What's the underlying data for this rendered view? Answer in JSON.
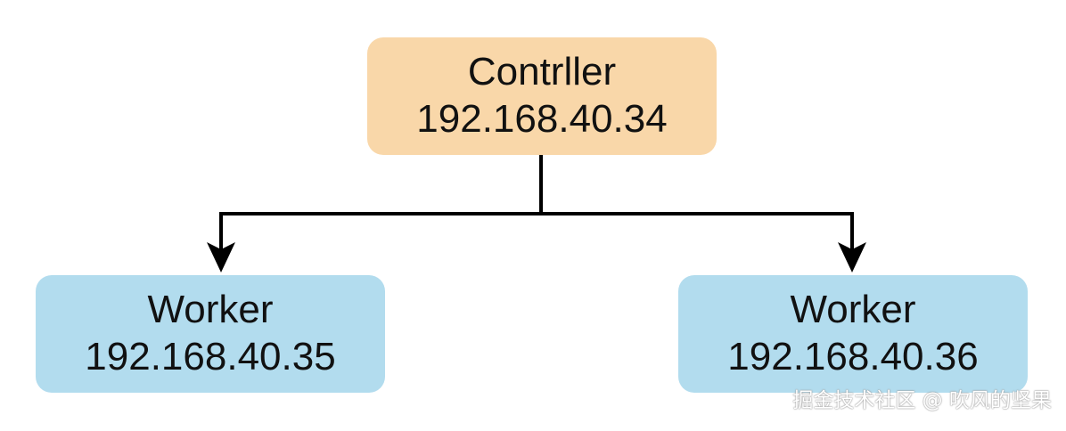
{
  "colors": {
    "controller_fill": "#f9d7a9",
    "worker_fill": "#b2dcee",
    "connector": "#000000",
    "text": "#111111"
  },
  "diagram": {
    "controller": {
      "name": "Contrller",
      "ip": "192.168.40.34"
    },
    "workers": [
      {
        "name": "Worker",
        "ip": "192.168.40.35"
      },
      {
        "name": "Worker",
        "ip": "192.168.40.36"
      }
    ]
  },
  "watermark": {
    "text": "掘金技术社区 @ 吹风的坚果"
  }
}
